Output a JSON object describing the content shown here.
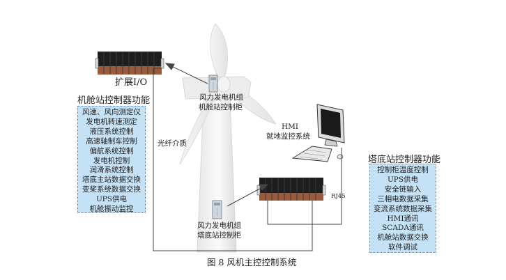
{
  "labels": {
    "expansion_io": "扩展I/O",
    "nacelle_cabinet": [
      "风力发电机组",
      "机舱站控制柜"
    ],
    "tower_cabinet": [
      "风力发电机组",
      "塔底站控制柜"
    ],
    "hmi": [
      "HMI",
      "就地监控系统"
    ],
    "fiber": "光纤介质",
    "rj45": "RJ45"
  },
  "nacelle_panel": {
    "title": "机舱站控制器功能",
    "items": [
      "风速、风向测定仪",
      "发电机转速测定",
      "液压系统控制",
      "高速轴制车控制",
      "偏航系统控制",
      "发电机控制",
      "润滑系统控制",
      "塔底主站数据交换",
      "变桨系统数据交换",
      "UPS供电",
      "机舱振动监控"
    ]
  },
  "tower_panel": {
    "title": "塔底站控制器功能",
    "items": [
      "控制柜温度控制",
      "UPS供电",
      "安全链输入",
      "三相电数据采集",
      "变流系统数据采集",
      "HMI通讯",
      "SCADA通讯",
      "机舱站数据交换",
      "软件调试"
    ]
  },
  "caption": "图 8  风机主控控制系统",
  "colors": {
    "panel_fill": "#c5e1f5",
    "module_dark": "#1e1e1e",
    "module_terminal": "#9a5a3a"
  }
}
